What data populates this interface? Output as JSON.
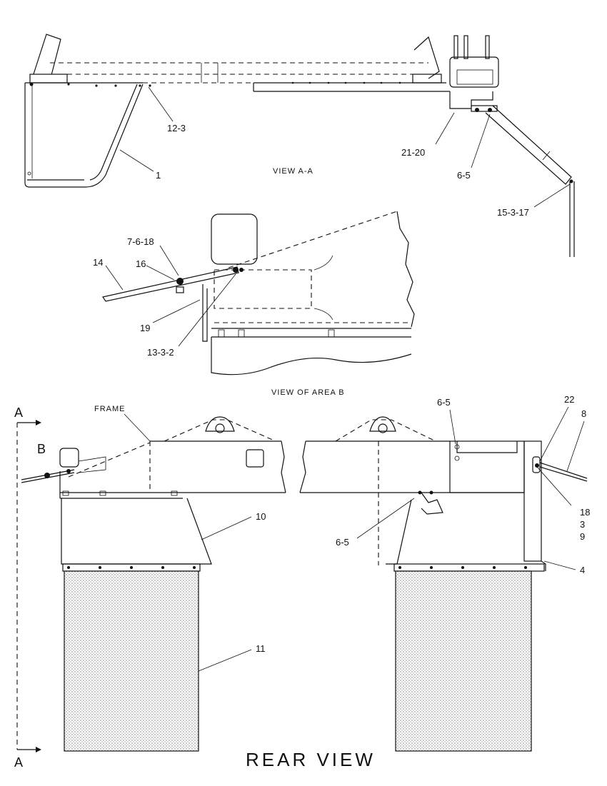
{
  "views": {
    "view_a_a": "VIEW A-A",
    "view_area_b": "VIEW OF AREA B",
    "rear_view": "REAR VIEW",
    "frame_label": "FRAME",
    "section_marker": "A",
    "detail_marker": "B"
  },
  "callouts": {
    "c_12_3": "12-3",
    "c_1": "1",
    "c_21_20": "21-20",
    "c_6_5_top": "6-5",
    "c_15_3_17": "15-3-17",
    "c_7_6_18": "7-6-18",
    "c_16": "16",
    "c_14": "14",
    "c_19": "19",
    "c_13_3_2": "13-3-2",
    "c_6_5_right": "6-5",
    "c_22": "22",
    "c_8": "8",
    "c_10": "10",
    "c_6_5_lower": "6-5",
    "c_18": "18",
    "c_3": "3",
    "c_9": "9",
    "c_4": "4",
    "c_11": "11"
  }
}
